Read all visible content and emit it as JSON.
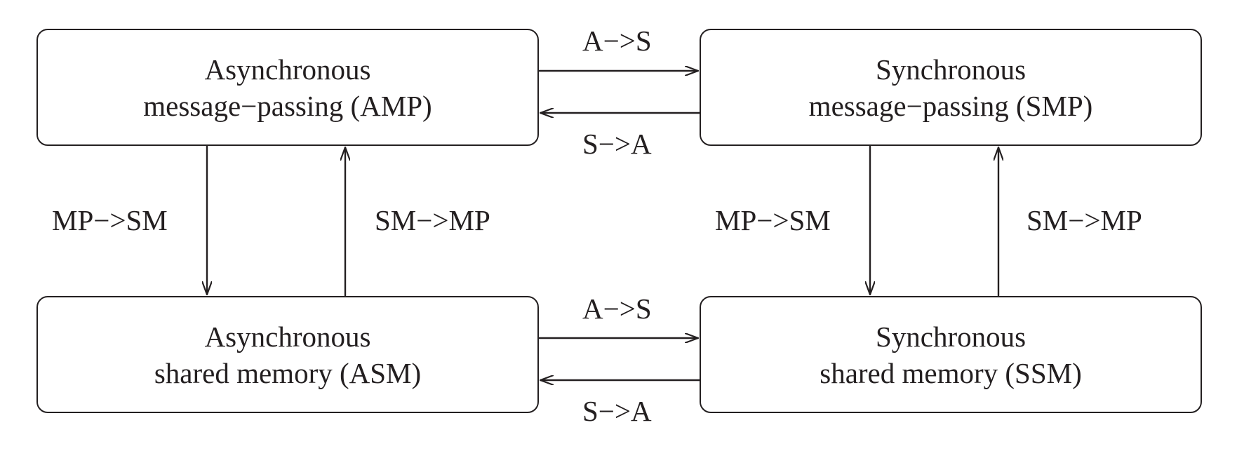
{
  "boxes": {
    "amp": {
      "line1": "Asynchronous",
      "line2": "message−passing (AMP)"
    },
    "smp": {
      "line1": "Synchronous",
      "line2": "message−passing (SMP)"
    },
    "asm": {
      "line1": "Asynchronous",
      "line2": "shared memory (ASM)"
    },
    "ssm": {
      "line1": "Synchronous",
      "line2": "shared memory (SSM)"
    }
  },
  "edges": {
    "amp_to_smp": "A−>S",
    "smp_to_amp": "S−>A",
    "asm_to_ssm": "A−>S",
    "ssm_to_asm": "S−>A",
    "amp_to_asm": "MP−>SM",
    "asm_to_amp": "SM−>MP",
    "smp_to_ssm": "MP−>SM",
    "ssm_to_smp": "SM−>MP"
  },
  "colors": {
    "stroke": "#231f20",
    "background": "#ffffff"
  }
}
